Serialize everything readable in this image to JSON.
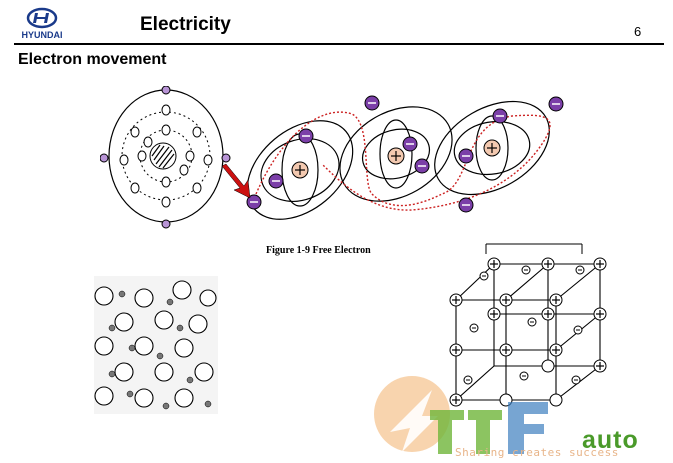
{
  "header": {
    "logo_text": "HYUNDAI",
    "title": "Electricity",
    "page_number": "6"
  },
  "section": {
    "subtitle": "Electron movement"
  },
  "figures": {
    "free_electron_caption": "Figure 1-9 Free Electron"
  },
  "watermark": {
    "brand": "auto",
    "tagline": "Sharing creates success"
  },
  "colors": {
    "electron": "#7b3fa8",
    "nucleus": "#f3c9b0",
    "arrow": "#cc1111",
    "path": "#cc2222"
  }
}
